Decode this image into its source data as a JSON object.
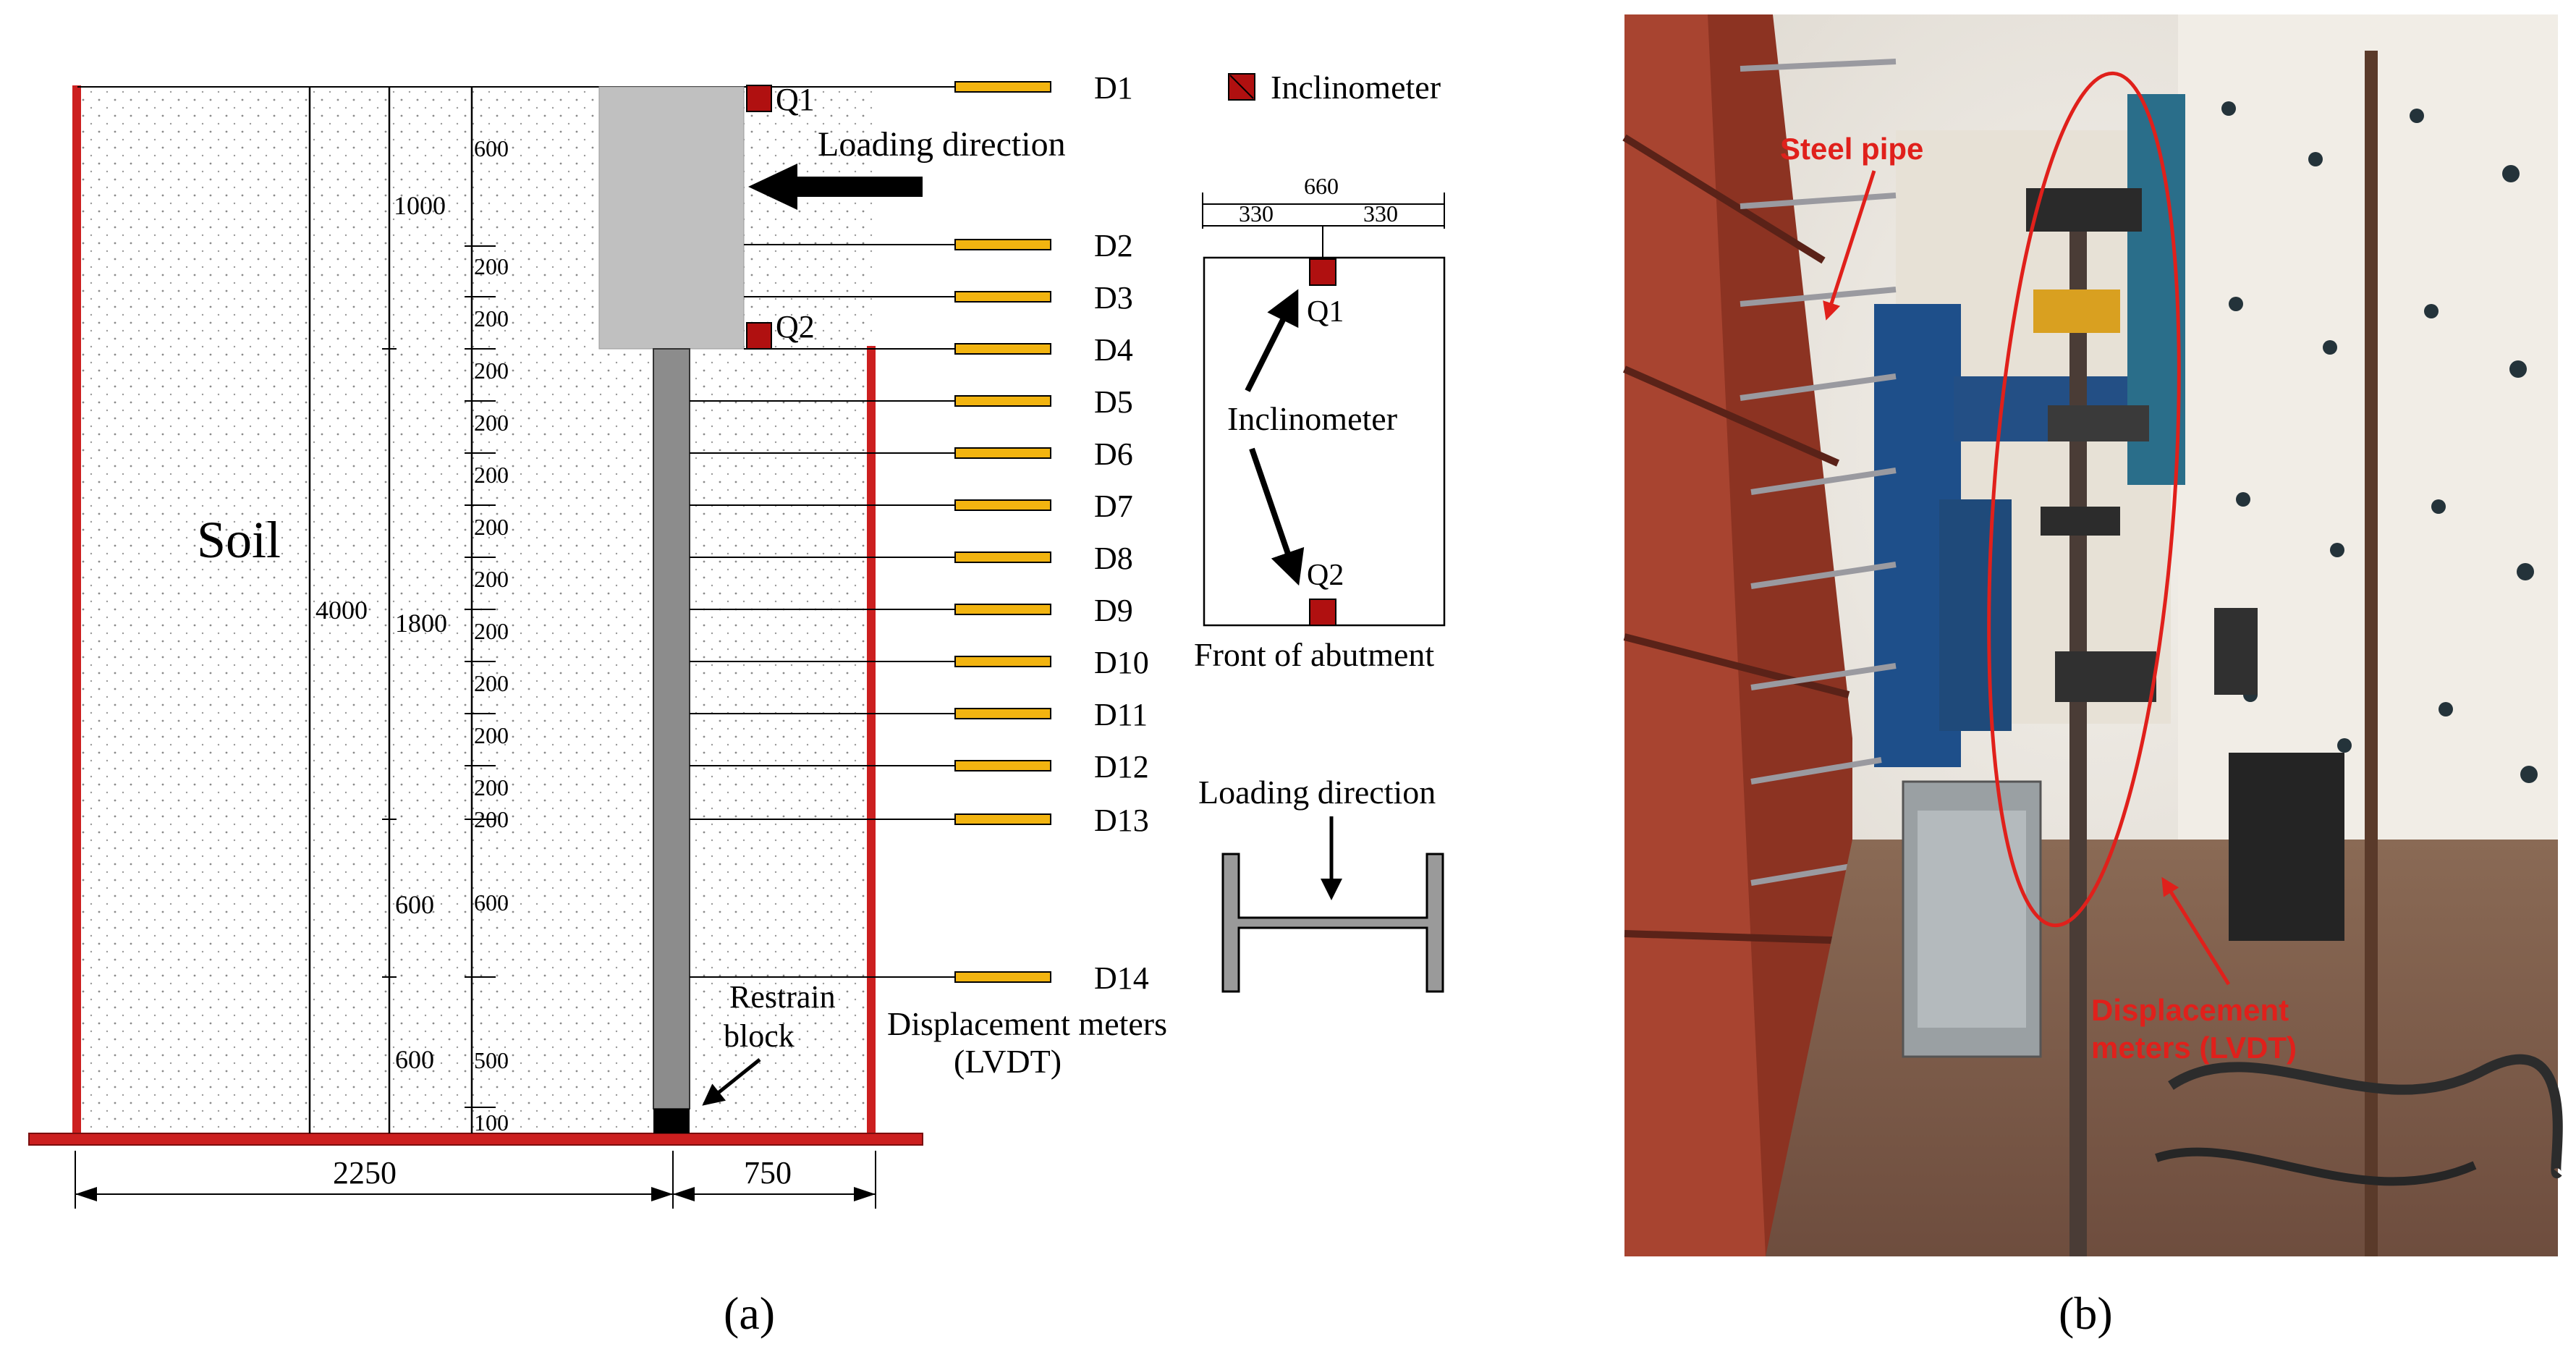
{
  "panel_a": {
    "caption": "(a)",
    "soil_label": "Soil",
    "loading_label": "Loading direction",
    "legend_label": "Inclinometer",
    "inclinometers": [
      "Q1",
      "Q2"
    ],
    "displacement_meters": [
      "D1",
      "D2",
      "D3",
      "D4",
      "D5",
      "D6",
      "D7",
      "D8",
      "D9",
      "D10",
      "D11",
      "D12",
      "D13",
      "D14"
    ],
    "dims": {
      "height_total": "4000",
      "height_upper": "1000",
      "height_mid": "1800",
      "height_lower1": "600",
      "height_lower2": "600",
      "spacing": [
        "600",
        "200",
        "200",
        "200",
        "200",
        "200",
        "200",
        "200",
        "200",
        "200",
        "200",
        "200",
        "200",
        "600",
        "500",
        "100"
      ],
      "width_soil": "2250",
      "width_right": "750"
    },
    "restrain_label_1": "Restrain",
    "restrain_label_2": "block",
    "lvdt_label_1": "Displacement meters",
    "lvdt_label_2": "(LVDT)",
    "front_view": {
      "width_total": "660",
      "width_half_left": "330",
      "width_half_right": "330",
      "inclinometer_label": "Inclinometer",
      "caption": "Front of abutment"
    },
    "section_view": {
      "loading_label": "Loading direction"
    }
  },
  "panel_b": {
    "caption": "(b)",
    "steel_pipe_label": "Steel pipe",
    "lvdt_label_1": "Displacement",
    "lvdt_label_2": "meters (LVDT)"
  },
  "colors": {
    "frame_red": "#cc1f1f",
    "sensor_red": "#b01010",
    "lvdt_yellow": "#f2b410",
    "abutment_gray": "#c0c0c0",
    "pile_gray": "#8c8c8c",
    "annotation_red": "#e0201b"
  }
}
